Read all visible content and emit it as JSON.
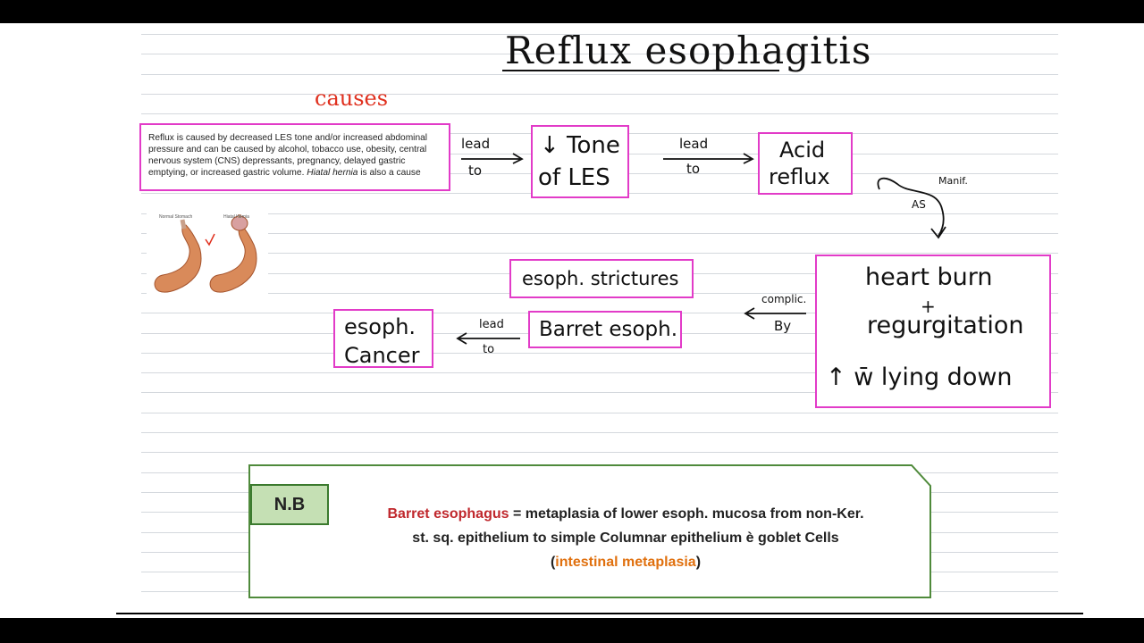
{
  "title": "Reflux esophagitis",
  "causes_label": "causes",
  "cause_box": {
    "text_a": "Reflux is caused by decreased LES tone and/or increased abdominal pressure and can be caused by alcohol, tobacco use, obesity, central nervous system (CNS) depressants, pregnancy, delayed gastric emptying, or increased gastric volume.",
    "text_italic": "Hiatal hernia",
    "text_b": "is also a cause"
  },
  "image_labels": {
    "left": "Normal Stomach",
    "right": "Hiatal Hernia"
  },
  "arrows": {
    "a1_top": "lead",
    "a1_bottom": "to",
    "a2_top": "lead",
    "a2_bottom": "to",
    "a3_left": "AS",
    "a3_right": "Manif.",
    "a4_top": "complic.",
    "a4_bottom": "By",
    "a5_top": "lead",
    "a5_bottom": "to"
  },
  "boxes": {
    "tone_line1": "↓ Tone",
    "tone_line2": "of LES",
    "acid_line1": "Acid",
    "acid_line2": "reflux",
    "manif_line1": "heart burn",
    "manif_line2": "+",
    "manif_line3": "regurgitation",
    "manif_line4": "↑ w̄ lying down",
    "strictures": "esoph. strictures",
    "barret": "Barret esoph.",
    "cancer_line1": "esoph.",
    "cancer_line2": "Cancer"
  },
  "nb": {
    "tab": "N.B",
    "term": "Barret esophagus",
    "eq": " = metaplasia of lower esoph. mucosa from non-Ker.",
    "line2": "st. sq. epithelium to simple Columnar epithelium è goblet Cells",
    "open": "(",
    "line3": "intestinal metaplasia",
    "close": ")"
  },
  "colors": {
    "box_border": "#e23bc8",
    "nb_border": "#3b7a2e",
    "nb_tab": "#c5e0b4",
    "term_red": "#c0282d",
    "term_orange": "#e0700e"
  }
}
